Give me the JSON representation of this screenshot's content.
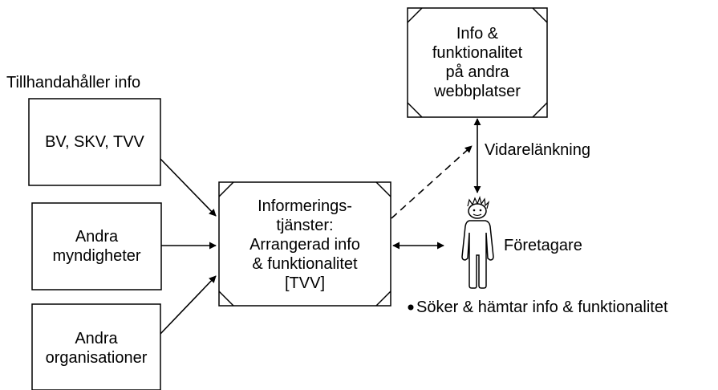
{
  "providers_heading": "Tillhandahåller info",
  "providers": [
    "BV, SKV, TVV",
    "Andra\nmyndigheter",
    "Andra\norganisationer"
  ],
  "info_service": "Informerings-\ntjänster:\nArrangerad info\n& funktionalitet\n[TVV]",
  "other_sites": "Info &\nfunktionalitet\npå andra\nwebbplatser",
  "forwarding_label": "Vidarelänkning",
  "actor_label": "Företagare",
  "actor_activity": "Söker & hämtar info & funktionalitet"
}
